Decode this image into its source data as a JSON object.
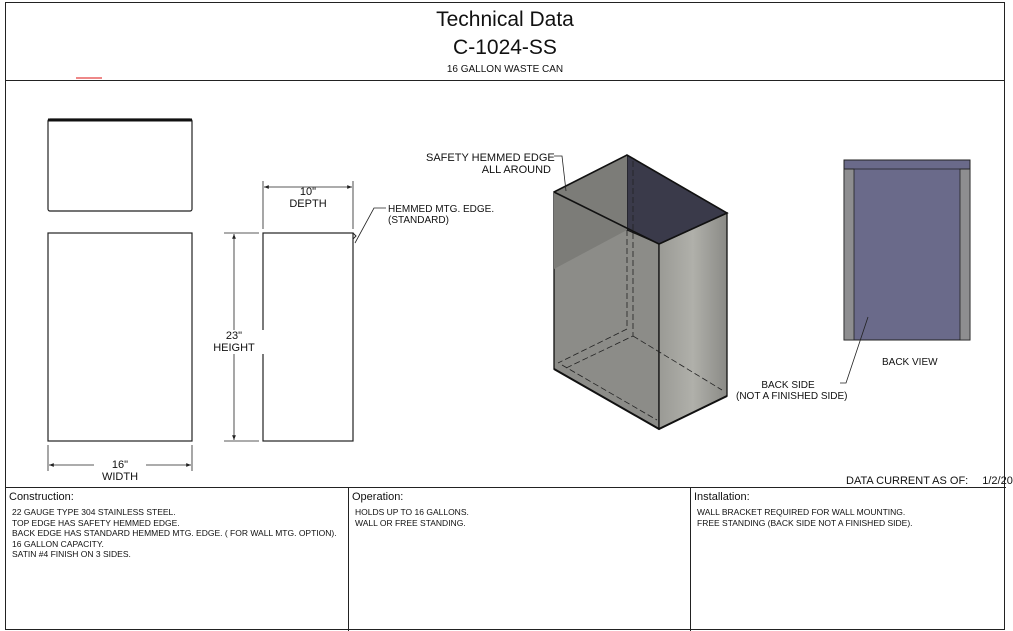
{
  "header": {
    "title": "Technical Data",
    "model": "C-1024-SS",
    "description": "16 GALLON WASTE CAN"
  },
  "dimensions": {
    "depth_value": "10\"",
    "depth_label": "DEPTH",
    "height_value": "23\"",
    "height_label": "HEIGHT",
    "width_value": "16\"",
    "width_label": "WIDTH",
    "hemmed_line1": "HEMMED MTG. EDGE.",
    "hemmed_line2": "(STANDARD)"
  },
  "iso": {
    "callout_line1": "SAFETY HEMMED EDGE",
    "callout_line2": "ALL AROUND"
  },
  "back": {
    "view_label": "BACK VIEW",
    "side_line1": "BACK SIDE",
    "side_line2": "(NOT A FINISHED SIDE)"
  },
  "data_current": {
    "label": "DATA CURRENT AS OF:",
    "date": "1/2/20"
  },
  "construction": {
    "title": "Construction:",
    "lines": [
      "22 GAUGE TYPE 304 STAINLESS STEEL.",
      "TOP EDGE HAS SAFETY HEMMED EDGE.",
      "BACK EDGE HAS STANDARD HEMMED MTG. EDGE. ( FOR WALL MTG. OPTION).",
      "16 GALLON CAPACITY.",
      "SATIN #4 FINISH ON 3 SIDES."
    ]
  },
  "operation": {
    "title": "Operation:",
    "lines": [
      "HOLDS UP TO 16 GALLONS.",
      "WALL OR FREE STANDING."
    ]
  },
  "installation": {
    "title": "Installation:",
    "lines": [
      "WALL BRACKET REQUIRED FOR WALL MOUNTING.",
      "FREE STANDING (BACK SIDE NOT A FINISHED SIDE)."
    ]
  },
  "colors": {
    "line": "#222222",
    "steel_front": "#8c8c88",
    "steel_side": "#a3a39e",
    "interior": "#3a3a4a",
    "back_panel": "#6a6a8a",
    "back_edge": "#8e8e90"
  }
}
